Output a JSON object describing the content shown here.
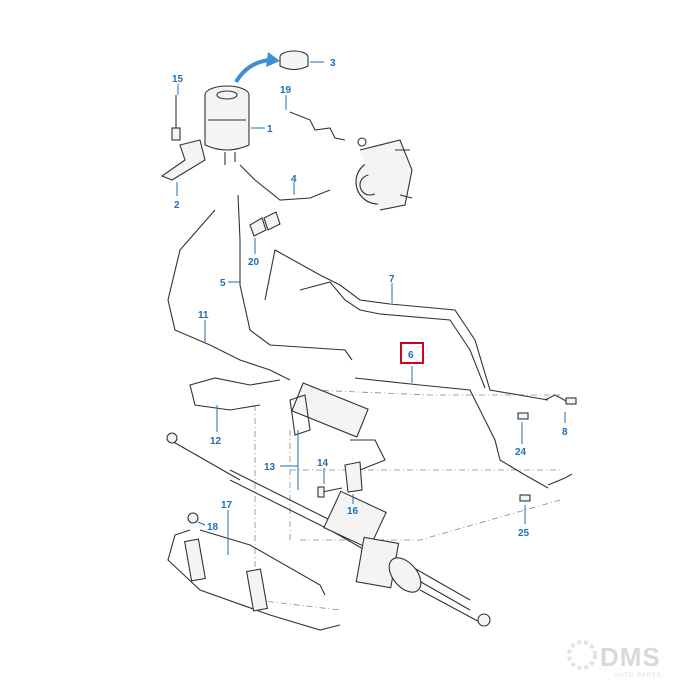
{
  "callouts": [
    {
      "id": "1",
      "label": "1"
    },
    {
      "id": "2",
      "label": "2"
    },
    {
      "id": "3",
      "label": "3"
    },
    {
      "id": "4",
      "label": "4"
    },
    {
      "id": "5",
      "label": "5"
    },
    {
      "id": "6",
      "label": "6",
      "highlighted": true
    },
    {
      "id": "7",
      "label": "7"
    },
    {
      "id": "8",
      "label": "8"
    },
    {
      "id": "11",
      "label": "11"
    },
    {
      "id": "12",
      "label": "12"
    },
    {
      "id": "13",
      "label": "13"
    },
    {
      "id": "14",
      "label": "14"
    },
    {
      "id": "15",
      "label": "15"
    },
    {
      "id": "16",
      "label": "16"
    },
    {
      "id": "17",
      "label": "17"
    },
    {
      "id": "18",
      "label": "18"
    },
    {
      "id": "19",
      "label": "19"
    },
    {
      "id": "20",
      "label": "20"
    },
    {
      "id": "24",
      "label": "24"
    },
    {
      "id": "25",
      "label": "25"
    }
  ],
  "watermark": {
    "text": "DMS",
    "subtext": "AUTO PARTS"
  },
  "colors": {
    "callout": "#1f6fb5",
    "highlight_box": "#d0021b",
    "line_art": "#333333",
    "arrow": "#3d8fd1"
  }
}
